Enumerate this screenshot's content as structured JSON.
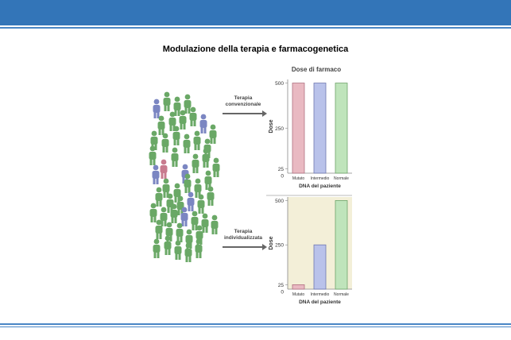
{
  "slide": {
    "title": "Modulazione della terapia e farmacogenetica",
    "colors": {
      "header_band": "#3375b8",
      "rule": "#4a86c5",
      "person_green": "#6aa866",
      "person_blue": "#7b86c2",
      "person_pink": "#c87b8e",
      "bar_pink": "#e9b9c2",
      "bar_blue": "#b9c2ea",
      "bar_green": "#bfe4bb"
    }
  },
  "figure": {
    "header": "Dose di farmaco",
    "arrow_top_label": [
      "Terapia",
      "convenzionale"
    ],
    "arrow_bottom_label": [
      "Terapia",
      "individualizzata"
    ],
    "people_icon": "person-crowd-icon"
  },
  "chart_data": [
    {
      "type": "bar",
      "categories": [
        "Mutato",
        "Intermedio",
        "Normale"
      ],
      "values": [
        500,
        500,
        500
      ],
      "ylabel": "Dose",
      "xlabel": "DNA del paziente",
      "yticks": [
        0,
        25,
        250,
        500
      ],
      "ylim": [
        0,
        520
      ],
      "background": "#ffffff"
    },
    {
      "type": "bar",
      "categories": [
        "Mutato",
        "Intermedio",
        "Normale"
      ],
      "values": [
        25,
        250,
        500
      ],
      "ylabel": "Dose",
      "xlabel": "DNA del paziente",
      "yticks": [
        0,
        25,
        250,
        500
      ],
      "ylim": [
        0,
        520
      ],
      "background": "#f3efd8"
    }
  ]
}
